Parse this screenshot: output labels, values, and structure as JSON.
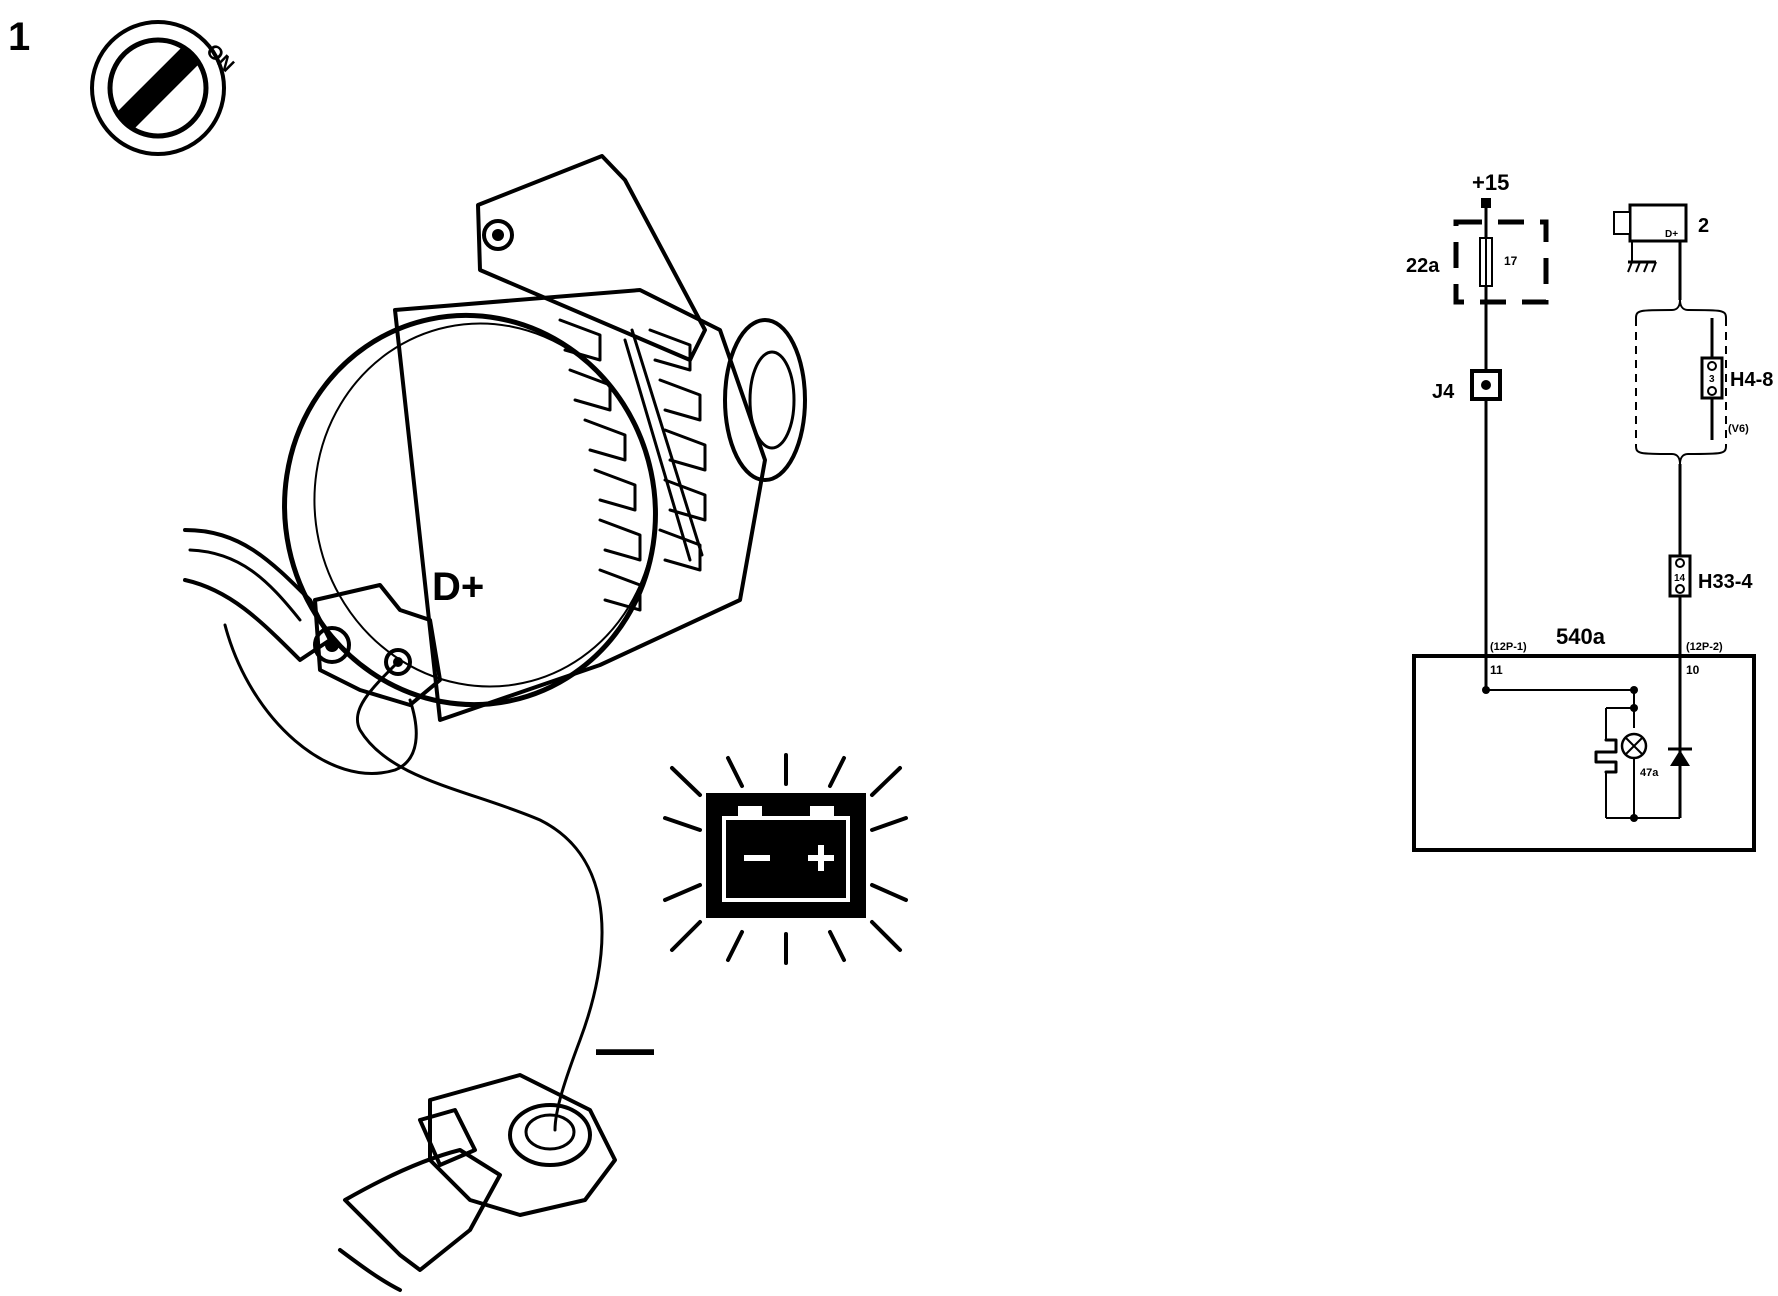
{
  "step_number": "1",
  "ignition": {
    "label": "ON",
    "icon": "ignition-key-icon"
  },
  "alternator": {
    "terminal_label": "D+",
    "icon": "alternator-icon"
  },
  "warning_light": {
    "icon": "battery-warning-icon"
  },
  "ground": {
    "symbol": "—",
    "icon": "battery-negative-terminal-icon"
  },
  "schematic": {
    "supply_label": "+15",
    "fuse_box_label": "22a",
    "fuse_number": "17",
    "junction_label": "J4",
    "alternator_ref": "2",
    "alternator_term": "D+",
    "connector_h4": "H4-8",
    "connector_h4_pin": "3",
    "connector_h4_note": "(V6)",
    "connector_h33": "H33-4",
    "connector_h33_pin": "14",
    "module_label": "540a",
    "pin_left_conn": "(12P-1)",
    "pin_left_num": "11",
    "pin_right_conn": "(12P-2)",
    "pin_right_num": "10",
    "lamp_label": "47a"
  },
  "colors": {
    "ink": "#000000",
    "paper": "#ffffff"
  }
}
